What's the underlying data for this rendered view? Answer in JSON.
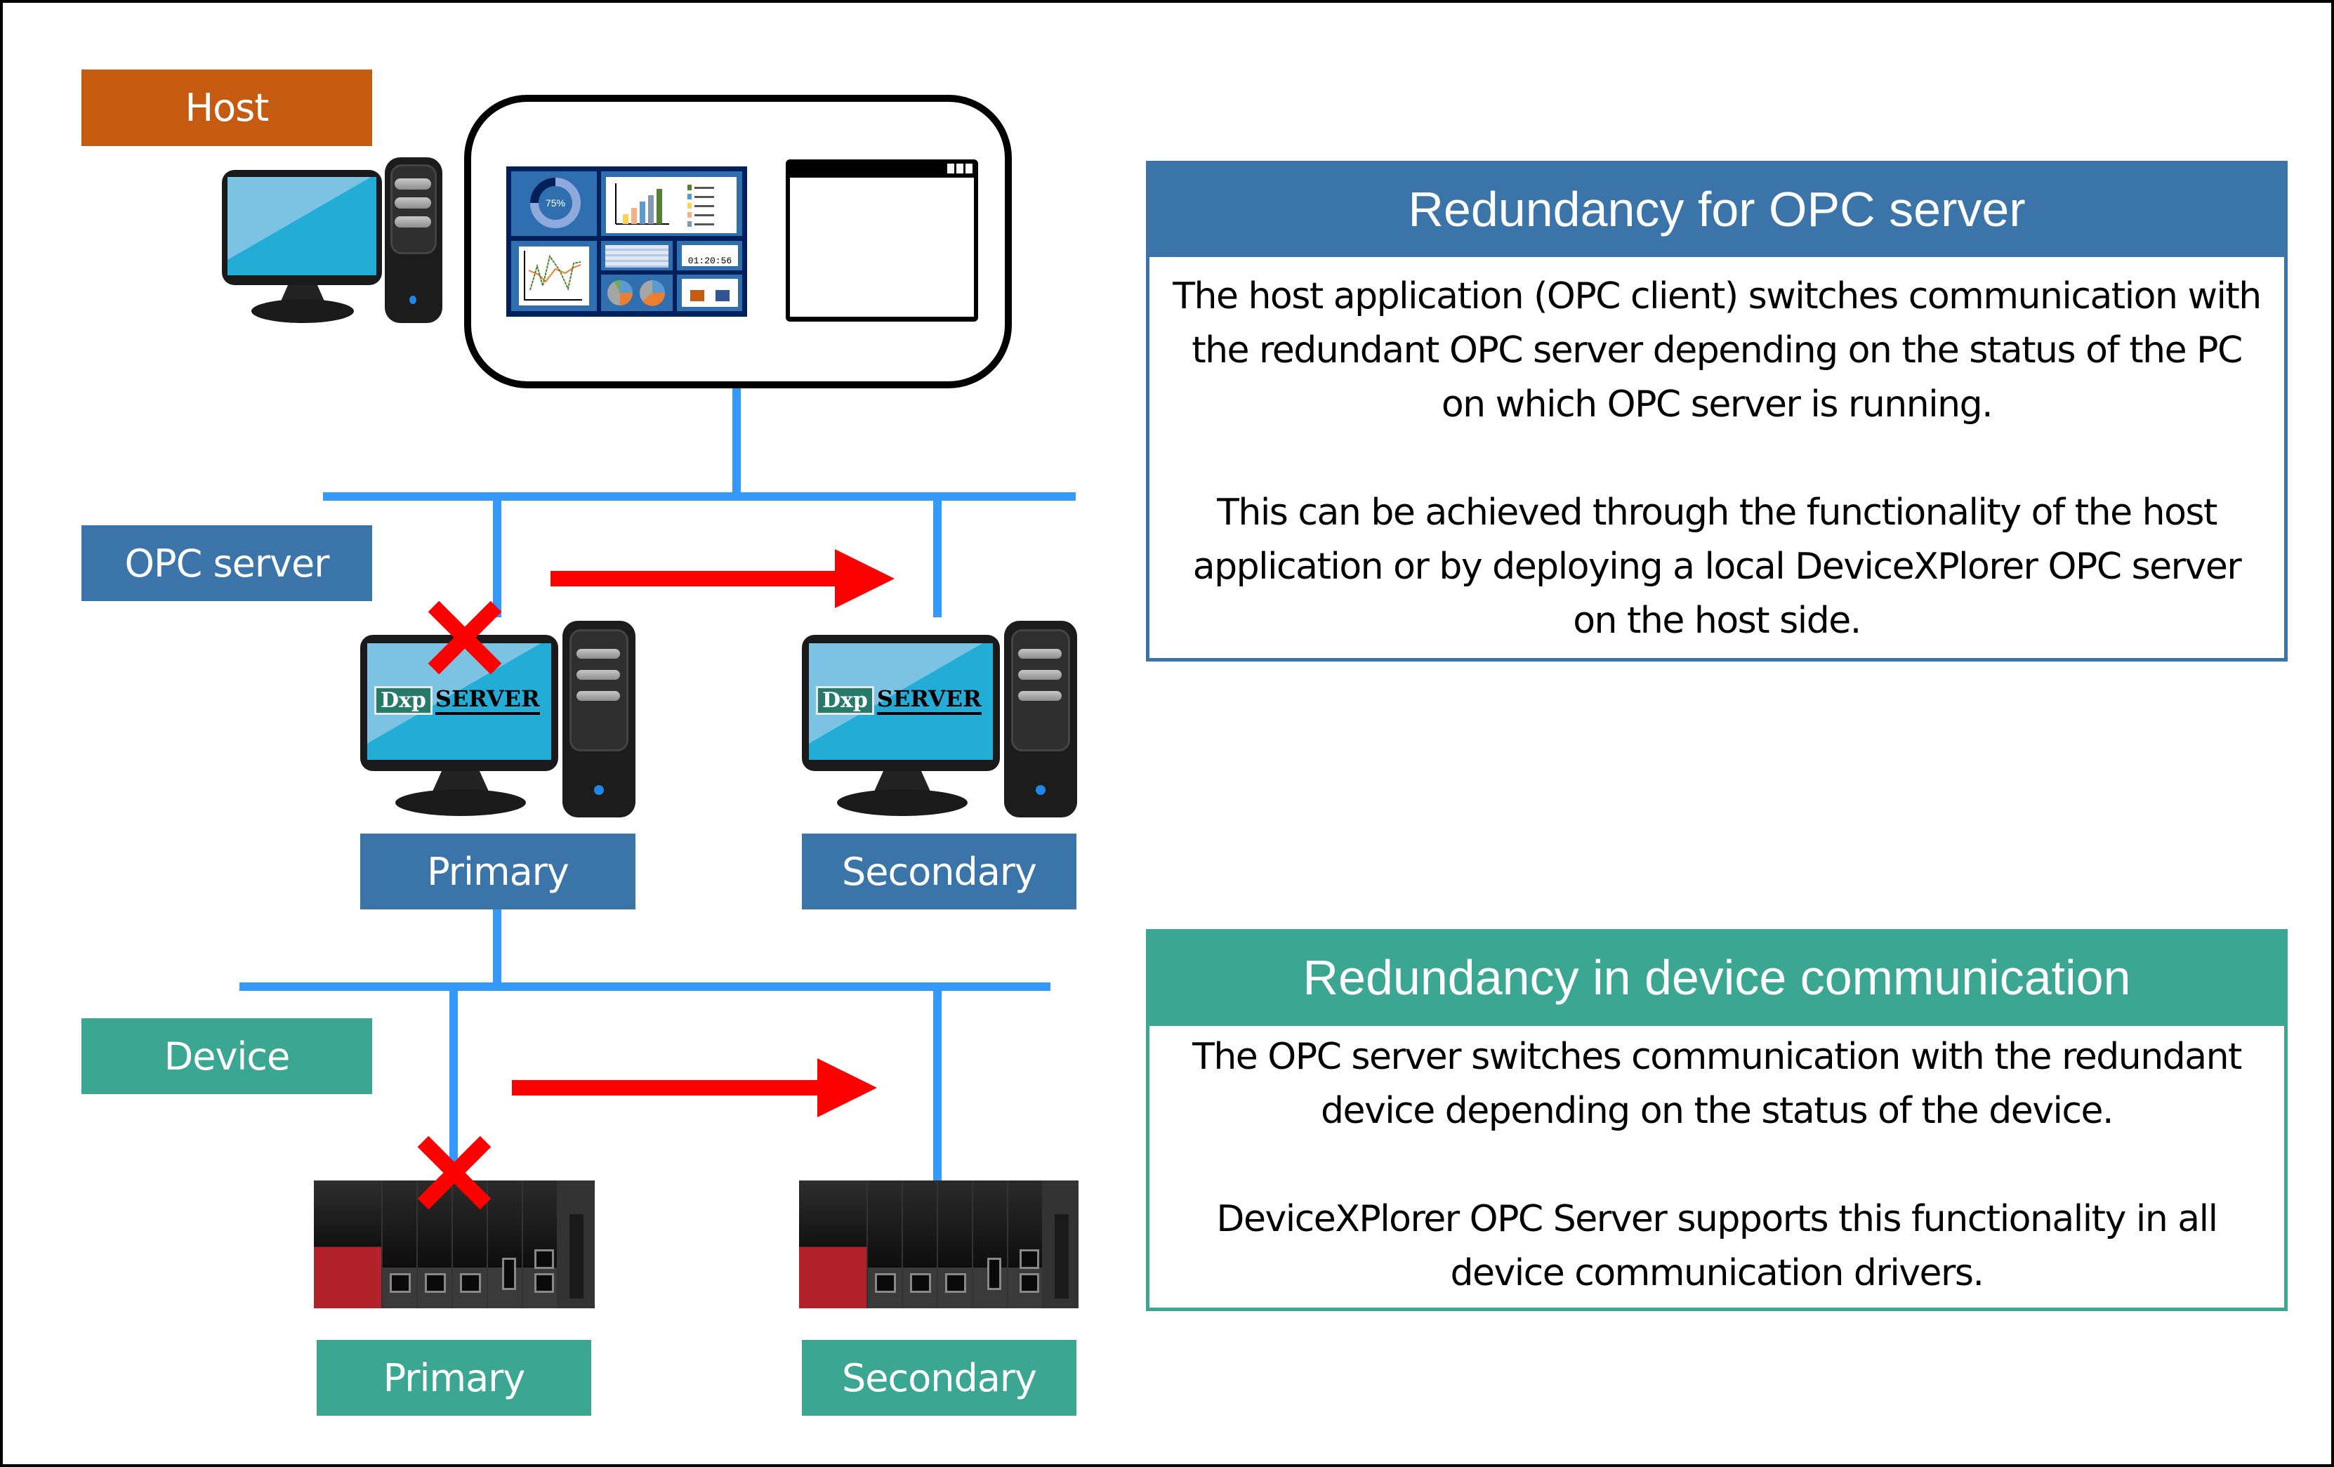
{
  "title": "OPC server and device redundancy",
  "colors": {
    "host": "#c55a11",
    "opc": "#3a74a8",
    "device": "#3ba692",
    "network_line": "#3399ff",
    "failover_arrow": "#ff0000",
    "failure_mark": "#ff0000"
  },
  "diagram": {
    "tiers": {
      "host": {
        "label": "Host"
      },
      "opc_server": {
        "label": "OPC server"
      },
      "device": {
        "label": "Device"
      }
    },
    "host_app": {
      "dashboard_gauge_text": "75%",
      "dashboard_time_text": "01:20:56"
    },
    "opc_nodes": [
      {
        "label": "Primary",
        "logo_tag": "Dxp",
        "logo_text": "SERVER",
        "status": "failed"
      },
      {
        "label": "Secondary",
        "logo_tag": "Dxp",
        "logo_text": "SERVER",
        "status": "active"
      }
    ],
    "device_nodes": [
      {
        "label": "Primary",
        "status": "failed"
      },
      {
        "label": "Secondary",
        "status": "active"
      }
    ]
  },
  "info_boxes": [
    {
      "title": "Redundancy for OPC server",
      "paragraphs": [
        "The host application (OPC client) switches communication with the redundant OPC server depending on the status of the PC on which OPC server is running.",
        "This can be achieved through the functionality of the host application or by deploying a local DeviceXPlorer OPC server on the host side."
      ]
    },
    {
      "title": "Redundancy in device communication",
      "paragraphs": [
        "The OPC server switches communication with the redundant device depending on the status of the device.",
        "DeviceXPlorer OPC Server supports this functionality in all device communication drivers."
      ]
    }
  ]
}
